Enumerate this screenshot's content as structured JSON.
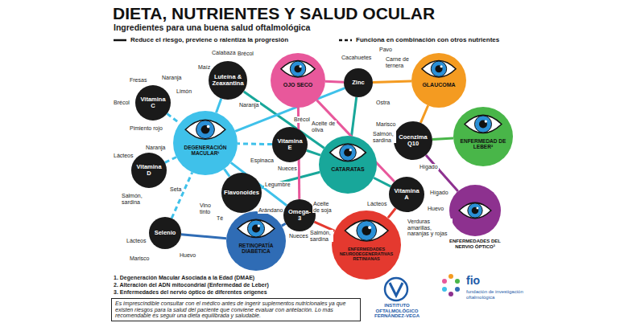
{
  "diagram": {
    "title": "DIETA, NUTRIENTES Y SALUD OCULAR",
    "nodes": [
      {
        "text": [
          "Vitamina C"
        ]
      },
      {
        "text": [
          "Luteína & Zeaxantina"
        ]
      },
      {
        "text": [
          "OJO SECO"
        ]
      },
      {
        "text": [
          "Zinc"
        ]
      },
      {
        "text": [
          "GLAUCOMA"
        ]
      },
      {
        "text": [
          "DEGENERACIÓN MACULAR¹"
        ]
      },
      {
        "text": [
          "Vitamina E"
        ]
      },
      {
        "text": [
          "Coenzima Q10"
        ]
      },
      {
        "text": [
          "ENFERMEDAD DE LEBER²"
        ]
      },
      {
        "text": [
          "Vitamina D"
        ]
      },
      {
        "text": [
          "CATARATAS"
        ]
      },
      {
        "text": [
          "Flavonoides"
        ]
      },
      {
        "text": [
          "Vitamina A"
        ]
      },
      {
        "text": [
          "Omega-3"
        ]
      },
      {
        "text": [
          "Selenio"
        ]
      },
      {
        "text": [
          "RETINOPATÍA DIABÉTICA"
        ]
      },
      {
        "text": [
          "ENFERMEDADES NEURODEGENERATIVAS RETINIANAS"
        ]
      },
      {
        "text": [
          "ENFERMEDADES DEL NERVIO ÓPTICO³"
        ]
      }
    ],
    "edges": [
      {
        "from": 0,
        "to": 5,
        "arrow": "none"
      },
      {
        "from": 1,
        "to": 5,
        "arrow": "none"
      },
      {
        "from": 1,
        "to": 10,
        "arrow": "none"
      },
      {
        "from": 3,
        "to": 2,
        "arrow": "none"
      },
      {
        "from": 3,
        "to": 4,
        "arrow": "none"
      },
      {
        "from": 3,
        "to": 5,
        "arrow": "none"
      },
      {
        "from": 3,
        "to": 10,
        "arrow": "none"
      },
      {
        "from": 6,
        "to": 5,
        "arrow": "none"
      },
      {
        "from": 6,
        "to": 10,
        "arrow": "none"
      },
      {
        "from": 7,
        "to": 4,
        "arrow": "none"
      },
      {
        "from": 7,
        "to": 8,
        "arrow": "none"
      },
      {
        "from": 7,
        "to": 17,
        "arrow": "none"
      },
      {
        "from": 9,
        "to": 5,
        "arrow": "none"
      },
      {
        "from": 11,
        "to": 5,
        "arrow": "none"
      },
      {
        "from": 11,
        "to": 10,
        "arrow": "none"
      },
      {
        "from": 12,
        "to": 2,
        "arrow": "none"
      },
      {
        "from": 12,
        "to": 10,
        "arrow": "none"
      },
      {
        "from": 12,
        "to": 16,
        "arrow": "none"
      },
      {
        "from": 13,
        "to": 2,
        "arrow": "none"
      },
      {
        "from": 13,
        "to": 5,
        "arrow": "none"
      },
      {
        "from": 13,
        "to": 15,
        "arrow": "none"
      },
      {
        "from": 13,
        "to": 16,
        "arrow": "none"
      },
      {
        "from": 14,
        "to": 5,
        "arrow": "none"
      },
      {
        "from": 14,
        "to": 15,
        "arrow": "none"
      }
    ],
    "labels": [
      "Ingredientes para una buena salud oftalmológica",
      "Fresas",
      "Naranja",
      "Limón",
      "Brécol",
      "Pimiento rojo",
      "Calabaza",
      "Maíz",
      "Brécol",
      "Naranja",
      "Cacahuetes",
      "Pavo",
      "Carne de ternera",
      "Ostra",
      "Brécol",
      "Aceite de oliva",
      "Espinaca",
      "Nueces",
      "Lácteos",
      "Naranja",
      "Seta",
      "Salmón, sardina",
      "Legumbre",
      "Vino tinto",
      "Té",
      "Arándano",
      "Marisco",
      "Salmón, sardina",
      "Hígado",
      "Lácteos",
      "Huevo",
      "Hígado",
      "Verduras amarillas, naranjas y rojas",
      "Aceite de soja",
      "Nueces",
      "Salmón, sardina",
      "Lácteos",
      "Marisco",
      "Huevo",
      "1. Degeneración Macular Asociada a la Edad (DMAE)",
      "2. Alteración del ADN mitocondrial (Enfermedad de Leber)",
      "3. Enfermedades del nervio óptico de diferentes orígenes",
      "Es imprescindible consultar con el médico antes de ingerir suplementos nutricionales ya que existen riesgos para la salud del paciente que conviene evaluar con antelación. Lo más recomendable es seguir una dieta equilibrada y saludable.",
      "INSTITUTO OFTALMOLÓGICO FERNÁNDEZ-VEGA",
      "fio",
      "fundación de investigación oftalmológica"
    ],
    "legend": [
      {
        "text": "Reduce el riesgo, previene o ralentiza la progresión"
      },
      {
        "text": "Funciona en combinación con otros nutrientes"
      }
    ]
  }
}
